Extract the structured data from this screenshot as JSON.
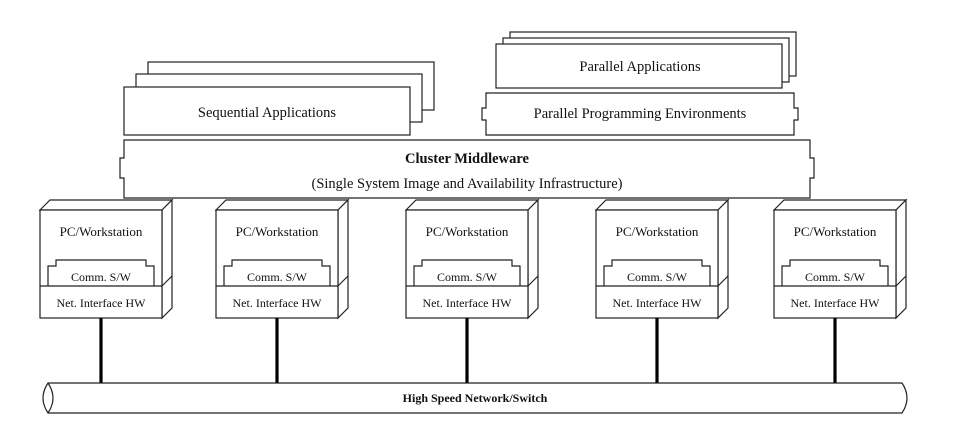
{
  "labels": {
    "sequential_applications": "Sequential Applications",
    "parallel_applications": "Parallel Applications",
    "parallel_programming_environments": "Parallel Programming Environments",
    "cluster_middleware": "Cluster Middleware",
    "middleware_subtitle": "(Single System Image and Availability Infrastructure)",
    "network": "High Speed Network/Switch"
  },
  "nodes": [
    {
      "title": "PC/Workstation",
      "comm": "Comm. S/W",
      "nic": "Net. Interface HW"
    },
    {
      "title": "PC/Workstation",
      "comm": "Comm. S/W",
      "nic": "Net. Interface HW"
    },
    {
      "title": "PC/Workstation",
      "comm": "Comm. S/W",
      "nic": "Net. Interface HW"
    },
    {
      "title": "PC/Workstation",
      "comm": "Comm. S/W",
      "nic": "Net. Interface HW"
    },
    {
      "title": "PC/Workstation",
      "comm": "Comm. S/W",
      "nic": "Net. Interface HW"
    }
  ],
  "colors": {
    "stroke": "#222222",
    "background": "#ffffff"
  }
}
